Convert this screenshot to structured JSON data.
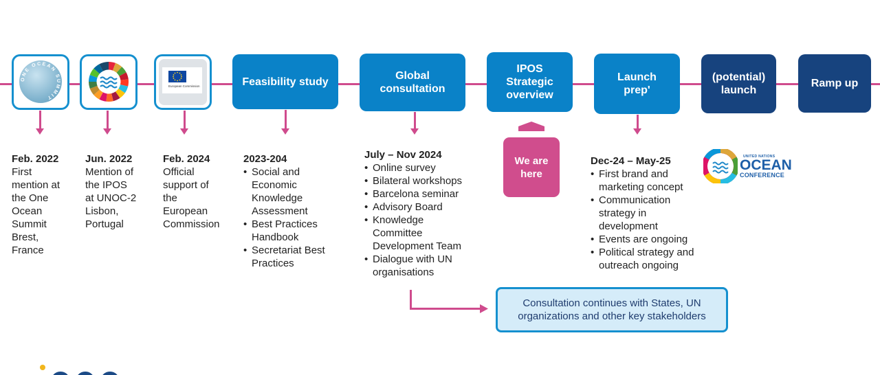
{
  "steps": [
    {
      "label": "Feasibility study"
    },
    {
      "label": "Global consultation"
    },
    {
      "label": "IPOS Strategic overview"
    },
    {
      "label": "Launch prep'"
    },
    {
      "label": "(potential) launch"
    },
    {
      "label": "Ramp up"
    }
  ],
  "logos": {
    "one_ocean_summit": "ONE OCEAN SUMMIT",
    "european_commission": "European Commission",
    "un_ocean": {
      "top": "UNITED NATIONS",
      "main": "OCEAN",
      "sub": "CONFERENCE"
    }
  },
  "milestones": {
    "feb2022": {
      "date": "Feb. 2022",
      "text": [
        "First",
        "mention at",
        "the One",
        "Ocean",
        "Summit",
        "Brest,",
        "France"
      ]
    },
    "jun2022": {
      "date": "Jun. 2022",
      "text": [
        "Mention of",
        "the IPOS",
        "at UNOC-2",
        "Lisbon,",
        "Portugal"
      ]
    },
    "feb2024": {
      "date": "Feb. 2024",
      "text": [
        "Official",
        "support of",
        "the",
        "European",
        "Commission"
      ]
    },
    "y2023": {
      "date": "2023-204",
      "items": [
        "Social and Economic Knowledge Assessment",
        "Best Practices Handbook",
        "Secretariat Best Practices"
      ]
    },
    "jul2024": {
      "date": "July – Nov 2024",
      "items": [
        "Online survey",
        "Bilateral workshops",
        "Barcelona seminar",
        "Advisory Board",
        "Knowledge Committee Development Team",
        "Dialogue with UN organisations"
      ]
    },
    "dec2024": {
      "date": "Dec-24 – May-25",
      "items": [
        "First brand and marketing concept",
        "Communication strategy in development",
        "Events are ongoing",
        "Political strategy and outreach ongoing"
      ]
    }
  },
  "we_are_here": "We are here",
  "note": "Consultation continues with States, UN organizations and other key stakeholders",
  "colors": {
    "accent_pink": "#cf4b8d",
    "step_light": "#0a82c8",
    "step_dark": "#17437e",
    "border_blue": "#1590cf"
  }
}
